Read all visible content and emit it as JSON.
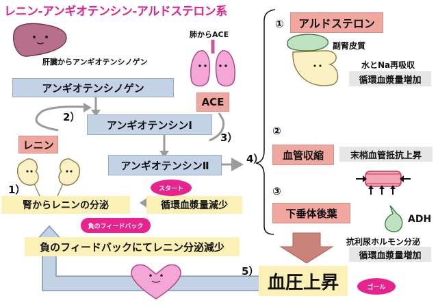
{
  "title": "レニン-アンギオテンシン-アルドステロン系",
  "left": {
    "liver_caption": "肝臓からアンギオテンシノゲン",
    "lung_caption": "肺からACE",
    "angiotensinogen": "アンギオテンシノゲン",
    "ace": "ACE",
    "angiotensin1": "アンギオテンシンⅠ",
    "angiotensin2": "アンギオテンシンⅡ",
    "renin": "レニン",
    "kidney_secretion": "腎からレニンの分泌",
    "circ_decrease": "循環血漿量減少",
    "start": "スタート",
    "negative_feedback_tag": "負のフィードバック",
    "negative_feedback_text": "負のフィードバックにてレニン分泌減少",
    "bp_rise": "血圧上昇",
    "goal": "ゴール",
    "num1": "1）",
    "num2": "2）",
    "num3": "3）",
    "num4": "4）",
    "num5": "5）"
  },
  "right": {
    "c1": "①",
    "aldosterone": "アルドステロン",
    "adrenal_cortex": "副腎皮質",
    "na_reabsorb": "水とNa再吸収",
    "circ_increase_1": "循環血漿量増加",
    "c2": "②",
    "vasoconstriction": "血管収縮",
    "peripheral_resistance": "末梢血管抵抗上昇",
    "c3": "③",
    "posterior_pituitary": "下垂体後葉",
    "adh": "ADH",
    "antidiuretic": "抗利尿ホルモン分泌",
    "circ_increase_2": "循環血漿量増加"
  },
  "colors": {
    "title": "#e0218a",
    "blue_box": "#c4d2e6",
    "pink_box": "#f0a7a0",
    "yellow_box": "#fbf0b6",
    "gray_box": "#e6e6e6",
    "bubble": "#e8238e",
    "feedback_arrow": "#c4d2e6",
    "big_arrow": "#c98378"
  }
}
